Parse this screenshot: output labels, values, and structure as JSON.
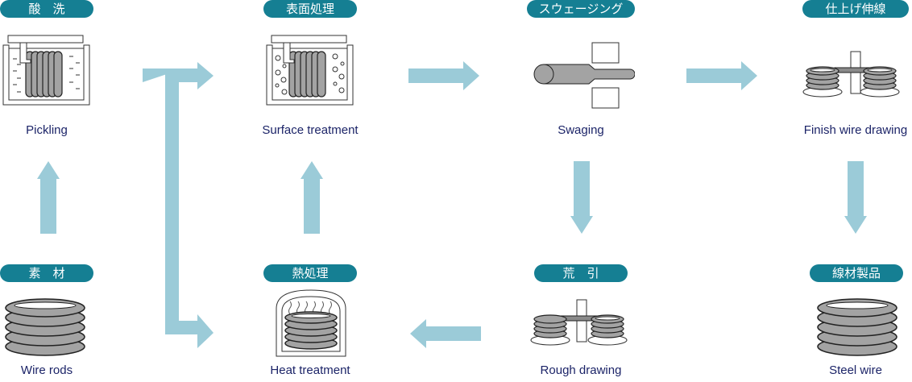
{
  "diagram": {
    "colors": {
      "pill": "#157f93",
      "arrow": "#9bcbd8",
      "label": "#1c2468",
      "coil": "#a3a3a3"
    },
    "steps": [
      {
        "id": "pickling",
        "jp": "酸　洗",
        "en": "Pickling",
        "icon": "pickling-bath-icon"
      },
      {
        "id": "surface",
        "jp": "表面処理",
        "en": "Surface treatment",
        "icon": "surface-bath-icon"
      },
      {
        "id": "swaging",
        "jp": "スウェージング",
        "en": "Swaging",
        "icon": "swaging-icon"
      },
      {
        "id": "finish",
        "jp": "仕上げ伸線",
        "en": "Finish wire drawing",
        "icon": "drawing-machine-icon"
      },
      {
        "id": "rods",
        "jp": "素　材",
        "en": "Wire rods",
        "icon": "wire-coil-icon"
      },
      {
        "id": "heat",
        "jp": "熱処理",
        "en": "Heat treatment",
        "icon": "furnace-icon"
      },
      {
        "id": "rough",
        "jp": "荒　引",
        "en": "Rough drawing",
        "icon": "drawing-machine-icon"
      },
      {
        "id": "steel",
        "jp": "線材製品",
        "en": "Steel wire",
        "icon": "wire-coil-icon"
      }
    ]
  }
}
